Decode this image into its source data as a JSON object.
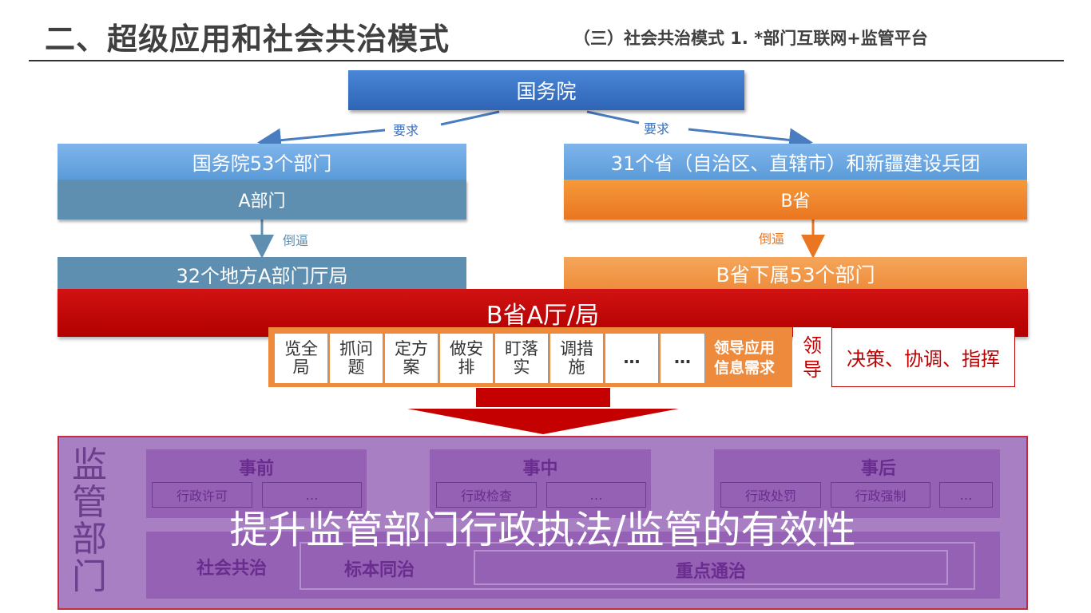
{
  "header": {
    "title": "二、超级应用和社会共治模式",
    "subtitle": "（三）社会共治模式 1. *部门互联网+监管平台"
  },
  "top": {
    "guowuyuan": "国务院",
    "require_left": "要求",
    "require_right": "要求"
  },
  "left": {
    "departments": "国务院53个部门",
    "a_dept": "A部门",
    "force_label": "倒逼",
    "local_offices": "32个地方A部门厅局"
  },
  "right": {
    "provinces": "31个省（自治区、直辖市）和新疆建设兵团",
    "b_province": "B省",
    "force_label": "倒逼",
    "sub_depts": "B省下属53个部门"
  },
  "banner": "B省A厅/局",
  "needs": {
    "items": [
      "览全局",
      "抓问题",
      "定方案",
      "做安排",
      "盯落实",
      "调措施",
      "…",
      "…"
    ],
    "label": "领导应用信息需求",
    "leader": "领导",
    "decision": "决策、协调、指挥"
  },
  "regulator": {
    "vertical_title": "监管部门",
    "phases": [
      {
        "head": "事前",
        "chips": [
          "行政许可",
          "…"
        ]
      },
      {
        "head": "事中",
        "chips": [
          "行政检查",
          "…"
        ]
      },
      {
        "head": "事后",
        "chips": [
          "行政处罚",
          "行政强制",
          "…"
        ]
      }
    ],
    "lower": {
      "label1": "社会共治",
      "label2": "标本同治",
      "label3": "重点通治"
    },
    "overlay": "提升监管部门行政执法/监管的有效性"
  },
  "colors": {
    "blue": "#2f64b5",
    "light_blue": "#5b9bd9",
    "steel": "#5f8fb0",
    "orange": "#ea7621",
    "red": "#c00000",
    "purple": "#a77fc2"
  }
}
